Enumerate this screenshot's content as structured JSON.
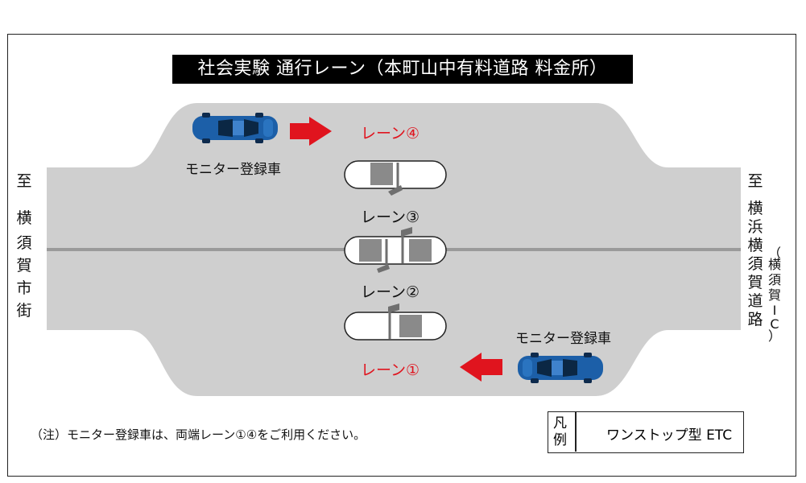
{
  "title": "社会実験 通行レーン（本町山中有料道路 料金所）",
  "lanes": {
    "lane4": "レーン④",
    "lane3": "レーン③",
    "lane2": "レーン②",
    "lane1": "レーン①"
  },
  "monitor_vehicle_top": "モニター登録車",
  "monitor_vehicle_bottom": "モニター登録車",
  "left_destination": [
    "至",
    "横",
    "須",
    "賀",
    "市",
    "街"
  ],
  "right_destination": [
    "至",
    "横",
    "浜",
    "横",
    "須",
    "賀",
    "道",
    "路"
  ],
  "right_destination_sub": [
    "（",
    "横",
    "須",
    "賀",
    "I",
    "C",
    "）"
  ],
  "note": "（注）モニター登録車は、両端レーン①④をご利用ください。",
  "legend": {
    "title_chars": [
      "凡",
      "例"
    ],
    "label": "ワンストップ型 ETC"
  },
  "colors": {
    "road": "#cfcfcf",
    "centerline": "#9a9a9a",
    "booth": "#8a8a8a",
    "arrow": "#e0141e",
    "car": "#1c5fa8",
    "title_bg": "#000000",
    "lane_red": "#e0141e"
  },
  "icons": [
    "car-icon",
    "arrow-right-icon",
    "arrow-left-icon",
    "etc-gate-icon",
    "toll-booth-icon"
  ]
}
